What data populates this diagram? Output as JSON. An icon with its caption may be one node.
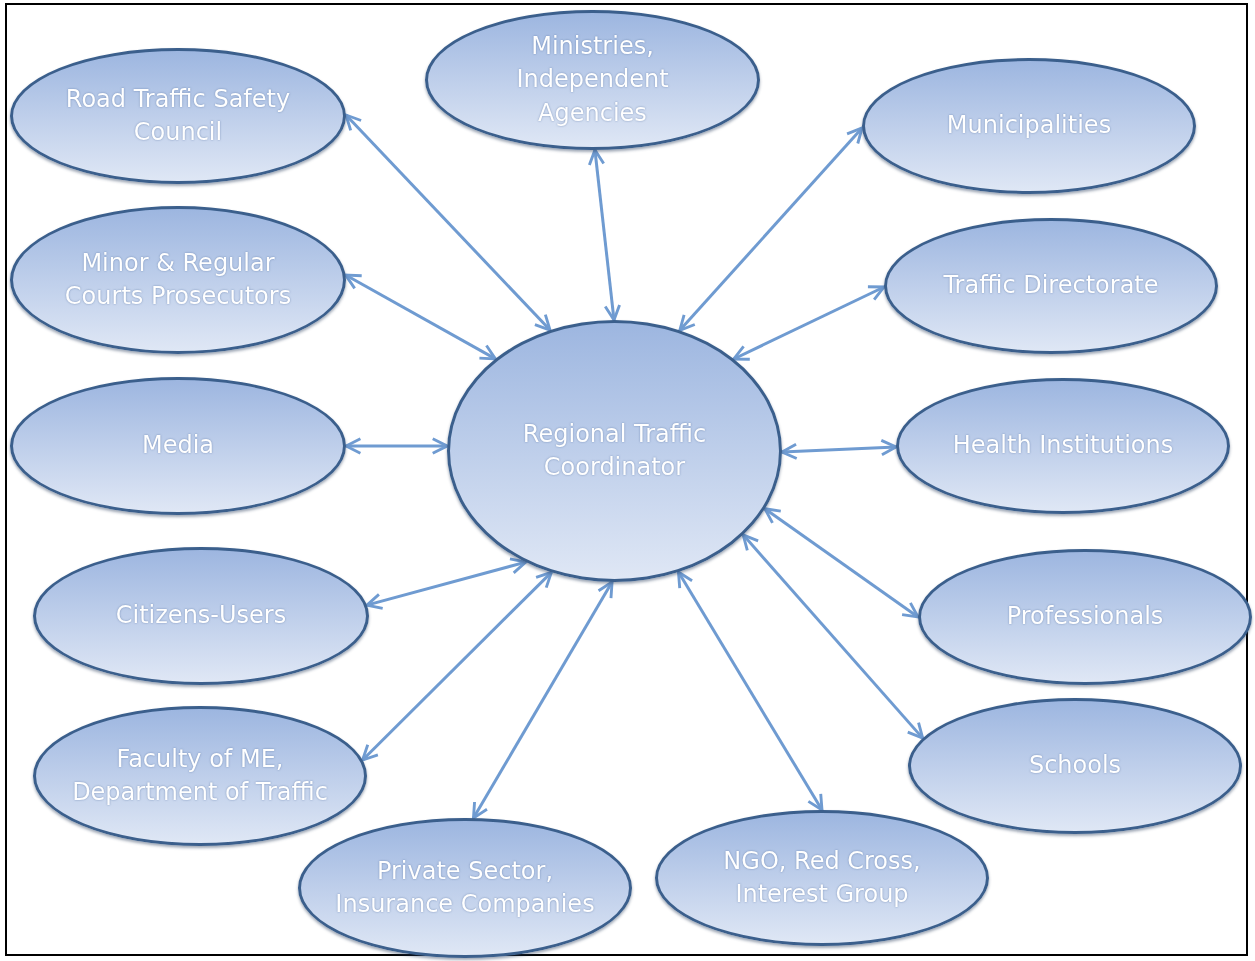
{
  "diagram": {
    "nodes": [
      {
        "text": [
          "Ministries, Independent Agencies"
        ]
      },
      {
        "text": [
          "Road Traffic Safety Council"
        ]
      },
      {
        "text": [
          "Municipalities"
        ]
      },
      {
        "text": [
          "Minor & Regular Courts Prosecutors"
        ]
      },
      {
        "text": [
          "Traffic Directorate"
        ]
      },
      {
        "text": [
          "Regional Traffic Coordinator"
        ]
      },
      {
        "text": [
          "Media"
        ]
      },
      {
        "text": [
          "Health Institutions"
        ]
      },
      {
        "text": [
          "Citizens-Users"
        ]
      },
      {
        "text": [
          "Professionals"
        ]
      },
      {
        "text": [
          "Faculty of ME, Department of Traffic"
        ]
      },
      {
        "text": [
          "Schools"
        ]
      },
      {
        "text": [
          "Private Sector, Insurance Companies"
        ]
      },
      {
        "text": [
          "NGO, Red Cross, Interest Group"
        ]
      }
    ],
    "edges": [
      {
        "from": 5,
        "to": 0,
        "arrow": "both"
      },
      {
        "from": 5,
        "to": 1,
        "arrow": "both"
      },
      {
        "from": 5,
        "to": 2,
        "arrow": "both"
      },
      {
        "from": 5,
        "to": 3,
        "arrow": "both"
      },
      {
        "from": 5,
        "to": 4,
        "arrow": "both"
      },
      {
        "from": 5,
        "to": 6,
        "arrow": "both"
      },
      {
        "from": 5,
        "to": 7,
        "arrow": "both"
      },
      {
        "from": 5,
        "to": 8,
        "arrow": "both"
      },
      {
        "from": 5,
        "to": 9,
        "arrow": "both"
      },
      {
        "from": 5,
        "to": 10,
        "arrow": "both"
      },
      {
        "from": 5,
        "to": 11,
        "arrow": "both"
      },
      {
        "from": 5,
        "to": 12,
        "arrow": "both"
      },
      {
        "from": 5,
        "to": 13,
        "arrow": "both"
      }
    ]
  }
}
